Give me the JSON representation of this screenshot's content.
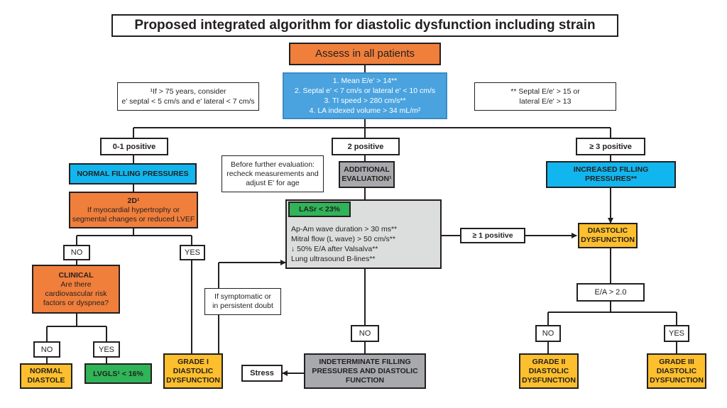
{
  "title": "Proposed integrated algorithm for diastolic dysfunction including strain",
  "assess": "Assess in all patients",
  "criteria": [
    "1. Mean E/e' > 14**",
    "2. Septal e' < 7 cm/s or lateral e' < 10 cm/s",
    "3. TI speed > 280 cm/s**",
    "4. LA indexed volume > 34 mL/m²"
  ],
  "note_left": [
    "¹If > 75 years, consider",
    "e' septal < 5 cm/s and e' lateral < 7 cm/s"
  ],
  "note_right": [
    "** Septal E/e' > 15 or",
    "lateral E/e' > 13"
  ],
  "branch_left": "0-1 positive",
  "branch_mid": "2 positive",
  "branch_right": "≥ 3 positive",
  "normal_filling": "NORMAL FILLING PRESSURES",
  "twod": {
    "title": "2D¹",
    "lines": [
      "If myocardial hypertrophy or",
      "segmental changes or reduced LVEF"
    ]
  },
  "no_left": "NO",
  "yes_left": "YES",
  "clinical": {
    "title": "CLINICAL",
    "lines": [
      "Are there",
      "cardiovascular risk",
      "factors or dyspnea?"
    ]
  },
  "no_clin": "NO",
  "yes_clin": "YES",
  "normal_diastole": [
    "NORMAL",
    "DIASTOLE"
  ],
  "lvgls": "LVGLS¹ < 16%",
  "grade1": [
    "GRADE I",
    "DIASTOLIC",
    "DYSFUNCTION"
  ],
  "recheck": [
    "Before further evaluation:",
    "recheck measurements and",
    "adjust E' for age"
  ],
  "additional": [
    "ADDITIONAL",
    "EVALUATION¹"
  ],
  "lasr": "LASr < 23%",
  "eval_items": [
    "Ap-Am wave duration > 30 ms**",
    "Mitral flow (L wave) > 50 cm/s**",
    "↓ 50% E/A after Valsalva**",
    "Lung ultrasound B-lines**"
  ],
  "symptomatic": [
    "If symptomatic or",
    "in persistent doubt"
  ],
  "ge1": "≥ 1 positive",
  "no_mid": "NO",
  "indeterminate": [
    "INDETERMINATE FILLING",
    "PRESSURES AND DIASTOLIC",
    "FUNCTION"
  ],
  "stress": "Stress",
  "increased": [
    "INCREASED FILLING",
    "PRESSURES**"
  ],
  "diastolic_dys": [
    "DIASTOLIC",
    "DYSFUNCTION"
  ],
  "ea": "E/A > 2.0",
  "no_right": "NO",
  "yes_right": "YES",
  "grade2": [
    "GRADE II",
    "DIASTOLIC",
    "DYSFUNCTION"
  ],
  "grade3": [
    "GRADE III",
    "DIASTOLIC",
    "DYSFUNCTION"
  ]
}
